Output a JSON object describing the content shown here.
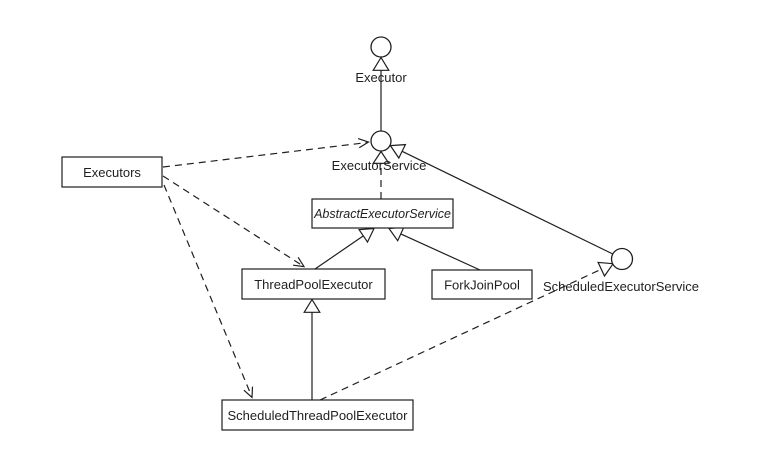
{
  "colors": {
    "background": "#ffffff",
    "stroke": "#1f1f1f",
    "text": "#1f1f1f"
  },
  "nodes": {
    "executor": {
      "label": "Executor",
      "kind": "interface"
    },
    "executor_service": {
      "label": "ExecutorService",
      "kind": "interface"
    },
    "scheduled_executor_service": {
      "label": "ScheduledExecutorService",
      "kind": "interface"
    },
    "executors": {
      "label": "Executors",
      "kind": "class"
    },
    "abstract_executor_service": {
      "label": "AbstractExecutorService",
      "kind": "abstract-class"
    },
    "thread_pool_executor": {
      "label": "ThreadPoolExecutor",
      "kind": "class"
    },
    "fork_join_pool": {
      "label": "ForkJoinPool",
      "kind": "class"
    },
    "scheduled_thread_pool_executor": {
      "label": "ScheduledThreadPoolExecutor",
      "kind": "class"
    }
  },
  "edges": [
    {
      "from": "ExecutorService",
      "to": "Executor",
      "type": "generalization",
      "style": "solid-hollow-triangle"
    },
    {
      "from": "ScheduledExecutorService",
      "to": "ExecutorService",
      "type": "generalization",
      "style": "solid-hollow-triangle"
    },
    {
      "from": "AbstractExecutorService",
      "to": "ExecutorService",
      "type": "realization",
      "style": "dashed-hollow-triangle"
    },
    {
      "from": "ThreadPoolExecutor",
      "to": "AbstractExecutorService",
      "type": "generalization",
      "style": "solid-hollow-triangle"
    },
    {
      "from": "ForkJoinPool",
      "to": "AbstractExecutorService",
      "type": "generalization",
      "style": "solid-hollow-triangle"
    },
    {
      "from": "ScheduledThreadPoolExecutor",
      "to": "ThreadPoolExecutor",
      "type": "generalization",
      "style": "solid-hollow-triangle"
    },
    {
      "from": "ScheduledThreadPoolExecutor",
      "to": "ScheduledExecutorService",
      "type": "realization",
      "style": "dashed-hollow-triangle"
    },
    {
      "from": "Executors",
      "to": "ExecutorService",
      "type": "dependency",
      "style": "dashed-open-arrow"
    },
    {
      "from": "Executors",
      "to": "ThreadPoolExecutor",
      "type": "dependency",
      "style": "dashed-open-arrow"
    },
    {
      "from": "Executors",
      "to": "ScheduledThreadPoolExecutor",
      "type": "dependency",
      "style": "dashed-open-arrow"
    }
  ]
}
